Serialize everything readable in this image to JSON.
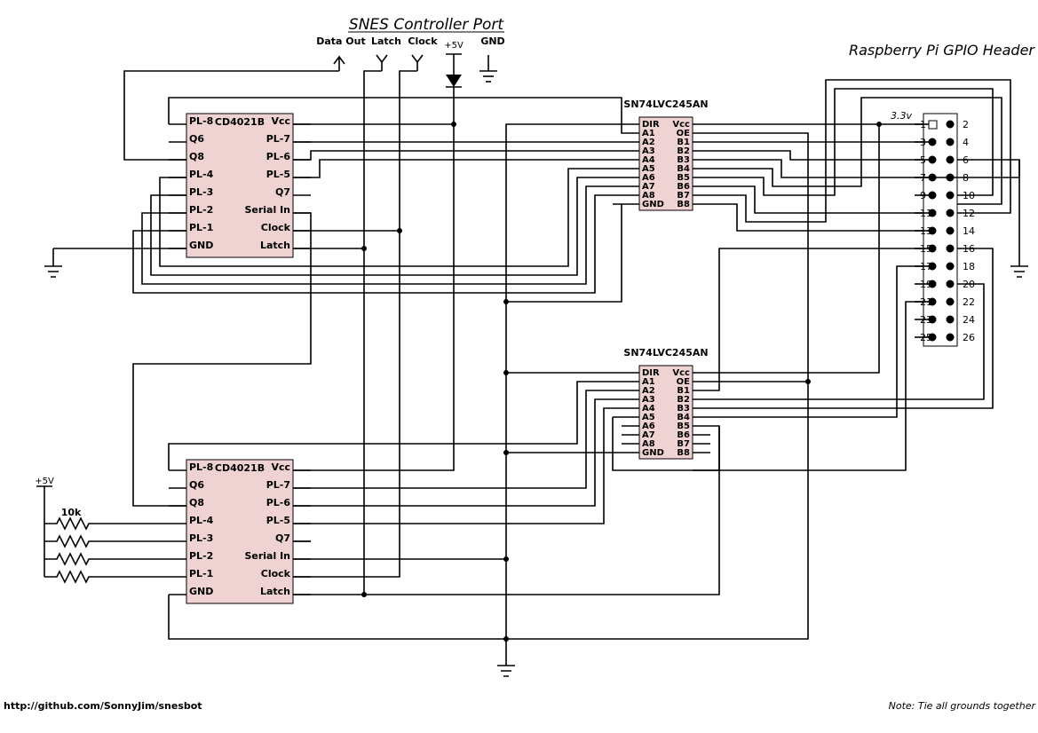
{
  "snes_port": {
    "title": "SNES Controller Port",
    "pins": [
      "Data Out",
      "Latch",
      "Clock",
      "+5V",
      "GND"
    ]
  },
  "gpio": {
    "title": "Raspberry Pi GPIO Header",
    "voltage_label": "3.3v",
    "odd_pins": [
      "1",
      "3",
      "5",
      "7",
      "9",
      "11",
      "13",
      "15",
      "17",
      "19",
      "21",
      "23",
      "25"
    ],
    "even_pins": [
      "2",
      "4",
      "6",
      "8",
      "10",
      "12",
      "14",
      "16",
      "18",
      "20",
      "22",
      "24",
      "26"
    ]
  },
  "cd4021b": {
    "name": "CD4021B",
    "left_pins": [
      "PL-8",
      "Q6",
      "Q8",
      "PL-4",
      "PL-3",
      "PL-2",
      "PL-1",
      "GND"
    ],
    "right_pins": [
      "Vcc",
      "PL-7",
      "PL-6",
      "PL-5",
      "Q7",
      "Serial In",
      "Clock",
      "Latch"
    ]
  },
  "sn74": {
    "name": "SN74LVC245AN",
    "left_pins": [
      "DIR",
      "A1",
      "A2",
      "A3",
      "A4",
      "A5",
      "A6",
      "A7",
      "A8",
      "GND"
    ],
    "right_pins": [
      "Vcc",
      "OE",
      "B1",
      "B2",
      "B3",
      "B4",
      "B5",
      "B6",
      "B7",
      "B8"
    ]
  },
  "pullups": {
    "supply": "+5V",
    "value": "10k"
  },
  "footer": {
    "url": "http://github.com/SonnyJim/snesbot",
    "note": "Note: Tie all grounds together"
  }
}
